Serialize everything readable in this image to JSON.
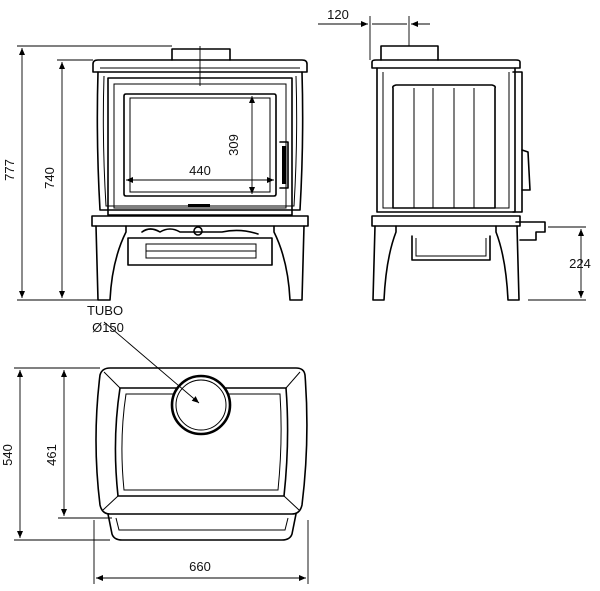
{
  "dimensions": {
    "flue_offset": "120",
    "total_height": "777",
    "body_height": "740",
    "window_height": "309",
    "window_width": "440",
    "outlet_height": "224",
    "depth": "540",
    "inner_depth": "461",
    "width": "660"
  },
  "labels": {
    "flue_name": "TUBO",
    "flue_diameter": "Ø150"
  }
}
